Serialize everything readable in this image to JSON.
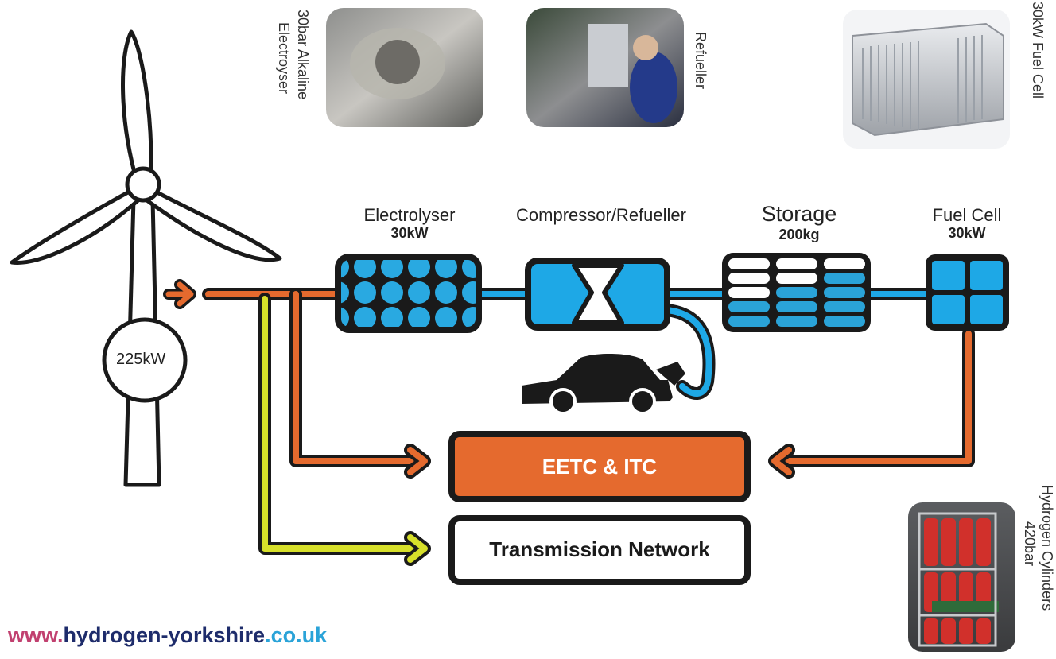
{
  "turbine": {
    "rating": "225kW"
  },
  "components": {
    "electrolyser": {
      "title": "Electrolyser",
      "rating": "30kW"
    },
    "compressor": {
      "title": "Compressor/Refueller"
    },
    "storage": {
      "title": "Storage",
      "rating": "200kg"
    },
    "fuel_cell": {
      "title": "Fuel Cell",
      "rating": "30kW"
    }
  },
  "photos": {
    "electrolyser": {
      "caption_line1": "30bar Alkaline",
      "caption_line2": "Electroyser"
    },
    "refueller": {
      "caption": "Refueller"
    },
    "fuel_cell": {
      "caption": "30kW Fuel Cell"
    },
    "cylinders": {
      "caption_line1": "Hydrogen Cylinders",
      "caption_line2": "420bar"
    }
  },
  "boxes": {
    "eetc": "EETC & ITC",
    "transmission": "Transmission Network"
  },
  "footer": {
    "url_prefix": "www.",
    "url_name": "hydrogen-yorkshire",
    "url_suffix": ".co.uk"
  },
  "colors": {
    "orange": "#e56a2e",
    "blue": "#1ea8e6",
    "yellow": "#d7e02a",
    "outline": "#1a1a1a",
    "magenta": "#c1406f",
    "navy": "#1e2c6b"
  }
}
